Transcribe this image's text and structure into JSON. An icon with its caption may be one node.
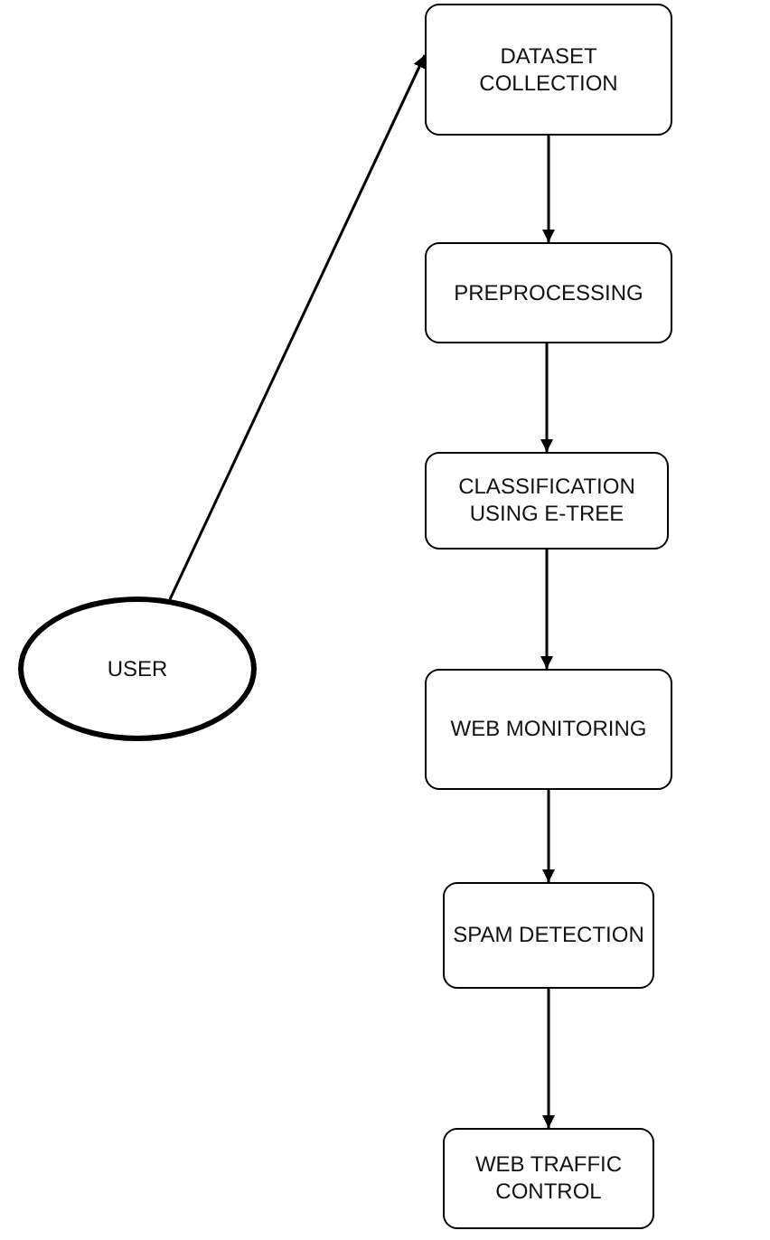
{
  "diagram": {
    "nodes": [
      {
        "text": [
          "DATASET COLLECTION"
        ]
      },
      {
        "text": [
          "PREPROCESSING"
        ]
      },
      {
        "text": [
          "CLASSIFICATION USING E-TREE"
        ]
      },
      {
        "text": [
          "WEB MONITORING"
        ]
      },
      {
        "text": [
          "SPAM DETECTION"
        ]
      },
      {
        "text": [
          "WEB TRAFFIC CONTROL"
        ]
      },
      {
        "text": [
          "USER"
        ]
      }
    ],
    "edges": [
      {
        "from": 0,
        "to": 1,
        "arrow": "to"
      },
      {
        "from": 1,
        "to": 2,
        "arrow": "to"
      },
      {
        "from": 2,
        "to": 3,
        "arrow": "to"
      },
      {
        "from": 3,
        "to": 4,
        "arrow": "to"
      },
      {
        "from": 4,
        "to": 5,
        "arrow": "to"
      },
      {
        "from": 6,
        "to": 0,
        "arrow": "to"
      }
    ]
  }
}
